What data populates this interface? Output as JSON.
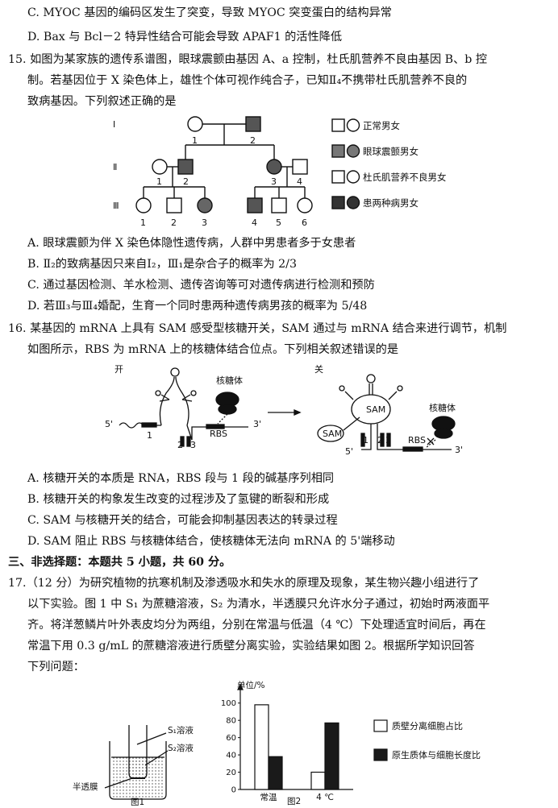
{
  "lines_top": {
    "optC": "C. MYOC 基因的编码区发生了突变，导致 MYOC 突变蛋白的结构异常",
    "optD": "D. Bax 与 Bcl－2 特异性结合可能会导致 APAF1 的活性降低"
  },
  "q15": {
    "l1": "15. 如图为某家族的遗传系谱图，眼球震颤由基因 A、a 控制，杜氏肌营养不良由基因 B、b 控",
    "l2": "制。若基因位于 X 染色体上，雄性个体可视作纯合子，已知Ⅱ₄不携带杜氏肌营养不良的",
    "l3": "致病基因。下列叙述正确的是",
    "gen": [
      "Ⅰ",
      "Ⅱ",
      "Ⅲ"
    ],
    "ind_I": [
      "1",
      "2"
    ],
    "ind_II": [
      "1",
      "2",
      "3",
      "4"
    ],
    "ind_III": [
      "1",
      "2",
      "3",
      "4",
      "5",
      "6"
    ],
    "legend": [
      "正常男女",
      "眼球震颤男女",
      "杜氏肌营养不良男女",
      "患两种病男女"
    ],
    "A": "A. 眼球震颤为伴 X 染色体隐性遗传病，人群中男患者多于女患者",
    "B": "B. Ⅱ₂的致病基因只来自Ⅰ₂，Ⅲ₁是杂合子的概率为 2/3",
    "C": "C. 通过基因检测、羊水检测、遗传咨询等可对遗传病进行检测和预防",
    "D": "D. 若Ⅲ₃与Ⅲ₄婚配，生育一个同时患两种遗传病男孩的概率为 5/48"
  },
  "q16": {
    "l1": "16. 某基因的 mRNA 上具有 SAM 感受型核糖开关，SAM 通过与 mRNA 结合来进行调节，机制",
    "l2": "如图所示，RBS 为 mRNA 上的核糖体结合位点。下列相关叙述错误的是",
    "on": "开",
    "off": "关",
    "ribosome": "核糖体",
    "sam": "SAM",
    "rbs": "RBS",
    "five": "5'",
    "three": "3'",
    "seg1": "1",
    "seg2": "2",
    "seg3": "3",
    "A": "A. 核糖开关的本质是 RNA，RBS 段与 1 段的碱基序列相同",
    "B": "B. 核糖开关的构象发生改变的过程涉及了氢键的断裂和形成",
    "C": "C. SAM 与核糖开关的结合，可能会抑制基因表达的转录过程",
    "D": "D. SAM 阻止 RBS 与核糖体结合，使核糖体无法向 mRNA 的 5'端移动"
  },
  "section3": "三、非选择题：本题共 5 小题，共 60 分。",
  "q17": {
    "l1": "17.（12 分）为研究植物的抗寒机制及渗透吸水和失水的原理及现象，某生物兴趣小组进行了",
    "l2": "以下实验。图 1 中 S₁ 为蔗糖溶液，S₂ 为清水，半透膜只允许水分子通过，初始时两液面平",
    "l3": "齐。将洋葱鳞片叶外表皮均分为两组，分别在常温与低温（4 ℃）下处理适宜时间后，再在",
    "l4": "常温下用 0.3 g/mL 的蔗糖溶液进行质壁分离实验，实验结果如图 2。根据所学知识回答",
    "l5": "下列问题：",
    "fig1_s1": "S₁溶液",
    "fig1_s2": "S₂溶液",
    "fig1_membrane": "半透膜",
    "fig1_caption": "图1",
    "fig2_caption": "图2"
  },
  "chart_data": {
    "type": "bar",
    "ylabel": "单位/%",
    "categories": [
      "常温",
      "4 ℃"
    ],
    "yticks": [
      0,
      20,
      40,
      60,
      80,
      100
    ],
    "ylim": [
      0,
      110
    ],
    "series": [
      {
        "name": "质壁分离细胞占比",
        "values": [
          98,
          20
        ],
        "color": "#ffffff"
      },
      {
        "name": "原生质体与细胞长度比",
        "values": [
          38,
          77
        ],
        "color": "#1a1a1a"
      }
    ]
  }
}
